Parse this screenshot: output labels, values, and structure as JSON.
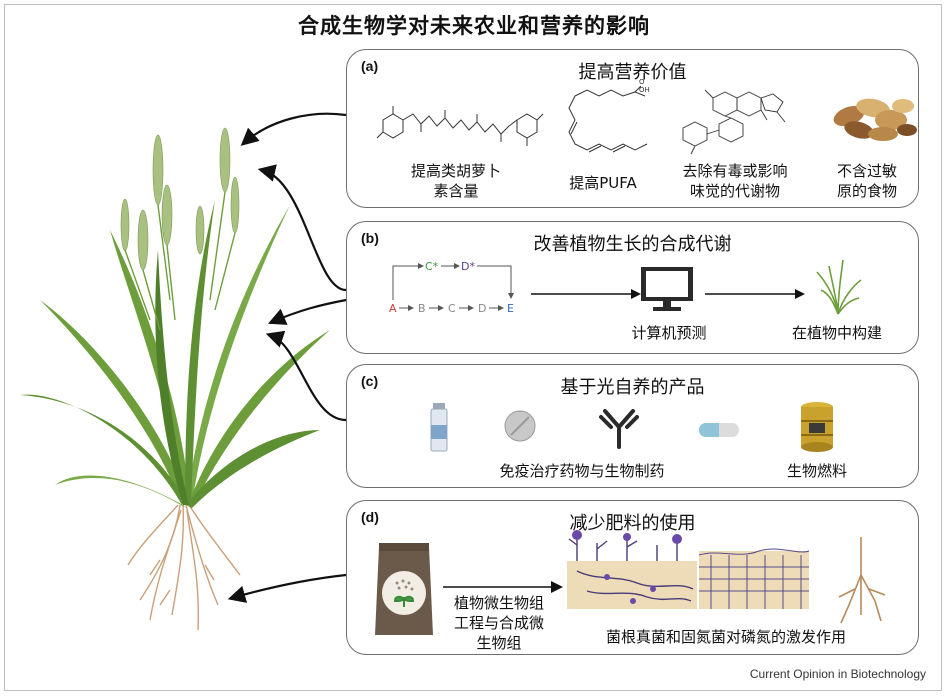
{
  "title": "合成生物学对未来农业和营养的影响",
  "source": "Current Opinion in Biotechnology",
  "colors": {
    "plant_green": "#6e9e3c",
    "panel_border": "#6e6e6e",
    "red": "#d43a3a",
    "green": "#3a9a3a",
    "purple": "#5a3a8a",
    "blue": "#3a6ab0"
  },
  "panels": {
    "a": {
      "label": "(a)",
      "title": "提高营养价值",
      "items": [
        {
          "icon": "carotenoid-molecule-icon",
          "line1": "提高类胡萝卜",
          "line2": "素含量"
        },
        {
          "icon": "pufa-molecule-icon",
          "line1": "提高PUFA",
          "line2": ""
        },
        {
          "icon": "steroid-molecule-icon",
          "line1": "去除有毒或影响",
          "line2": "味觉的代谢物"
        },
        {
          "icon": "nuts-icon",
          "line1": "不含过敏",
          "line2": "原的食物"
        }
      ]
    },
    "b": {
      "label": "(b)",
      "title": "改善植物生长的合成代谢",
      "pathway": {
        "a": "A",
        "b": "B",
        "c": "C",
        "d": "D",
        "e": "E",
        "c_star": "C*",
        "d_star": "D*"
      },
      "computer_label": "计算机预测",
      "plant_label": "在植物中构建"
    },
    "c": {
      "label": "(c)",
      "title": "基于光自养的产品",
      "label_pharma": "免疫治疗药物与生物制药",
      "label_fuel": "生物燃料"
    },
    "d": {
      "label": "(d)",
      "title": "减少肥料的使用",
      "arrow_label_1": "植物微生物组",
      "arrow_label_2": "工程与合成微",
      "arrow_label_3": "生物组",
      "caption": "菌根真菌和固氮菌对磷氮的激发作用"
    }
  }
}
